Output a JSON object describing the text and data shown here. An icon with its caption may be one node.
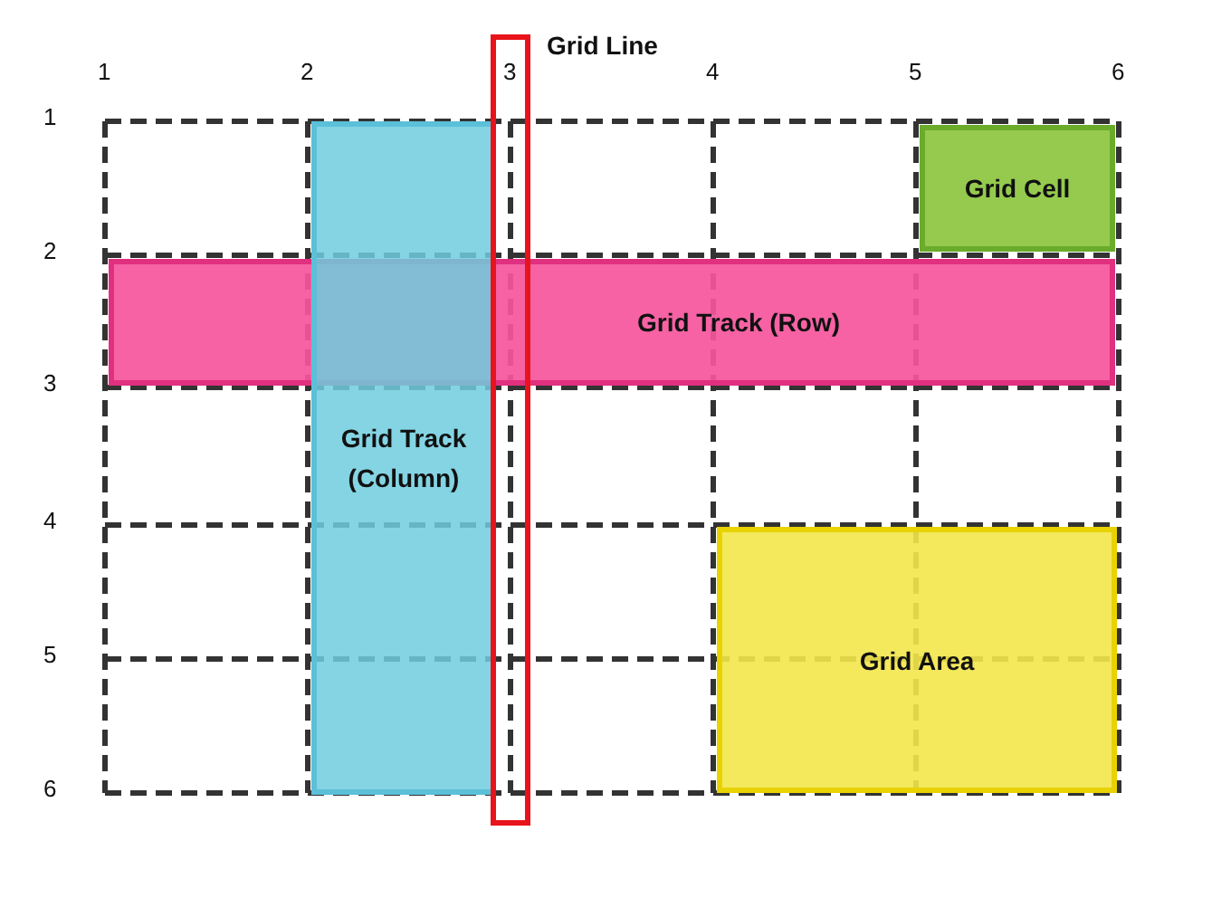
{
  "diagram": {
    "nodes": [
      {
        "text": [
          "Grid Line"
        ]
      },
      {
        "text": [
          "Grid Cell"
        ]
      },
      {
        "text": [
          "Grid Track (Row)"
        ]
      },
      {
        "text": [
          "Grid Track (Column)"
        ]
      },
      {
        "text": [
          "Grid Area"
        ]
      }
    ],
    "labels": [
      "1",
      "2",
      "3",
      "4",
      "5",
      "6",
      "1",
      "2",
      "3",
      "4",
      "5",
      "6"
    ]
  }
}
